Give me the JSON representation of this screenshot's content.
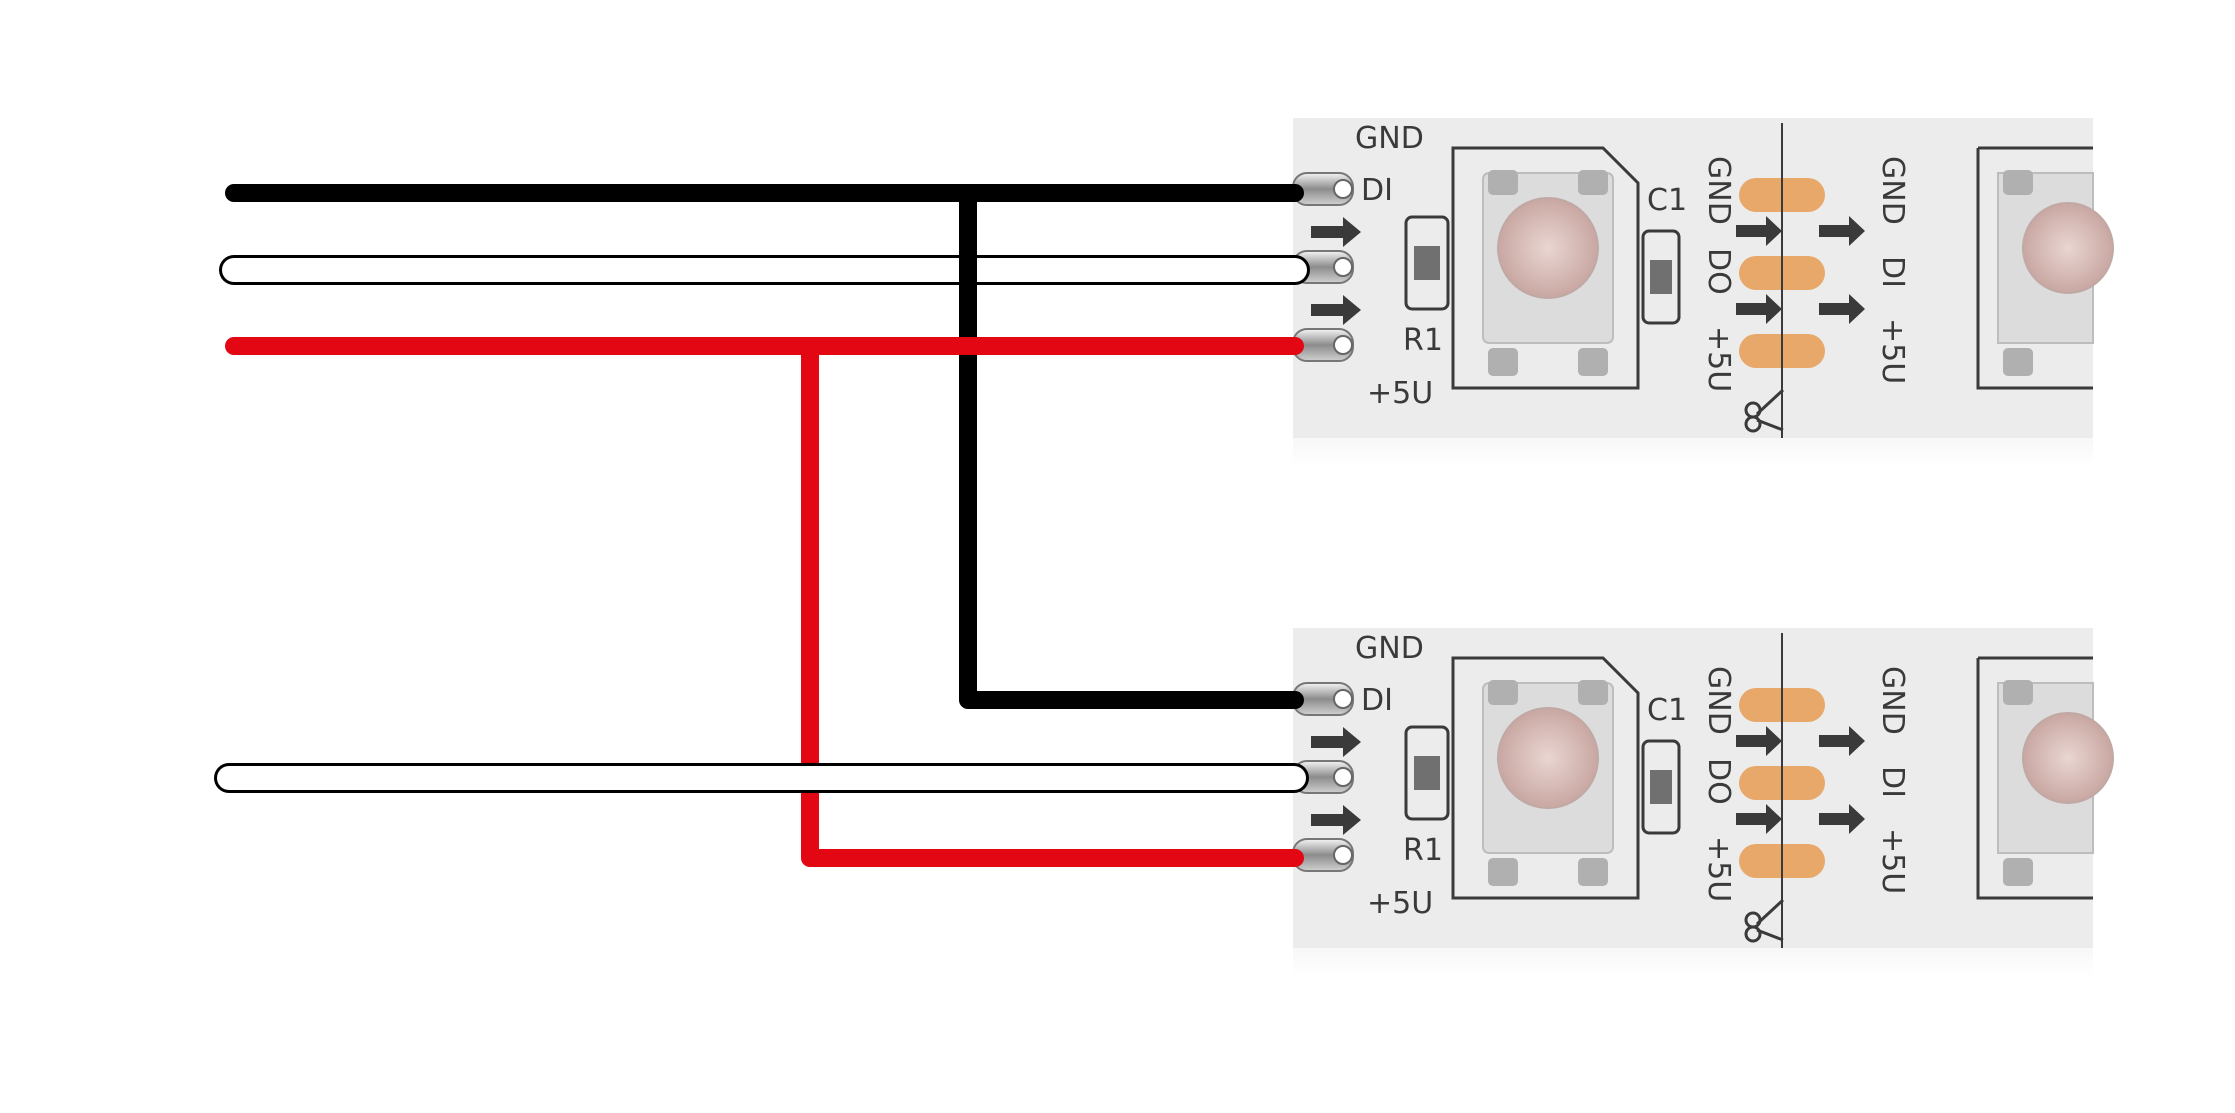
{
  "strips": [
    {
      "id": "top",
      "left_labels": {
        "gnd": "GND",
        "di": "DI",
        "r1": "R1",
        "v5": "+5U"
      },
      "c1": "C1",
      "rot_left": {
        "gnd": "GND",
        "do": "DO",
        "v5": "+5U"
      },
      "rot_right": {
        "gnd": "GND",
        "di": "DI",
        "v5": "+5U"
      }
    },
    {
      "id": "bottom",
      "left_labels": {
        "gnd": "GND",
        "di": "DI",
        "r1": "R1",
        "v5": "+5U"
      },
      "c1": "C1",
      "rot_left": {
        "gnd": "GND",
        "do": "DO",
        "v5": "+5U"
      },
      "rot_right": {
        "gnd": "GND",
        "di": "DI",
        "v5": "+5U"
      }
    }
  ],
  "colors": {
    "gnd_wire": "#000000",
    "data_wire_fill": "#ffffff",
    "data_wire_outline": "#000000",
    "power_wire": "#e30613",
    "pcb": "#ececec",
    "pad": "#e8a86a",
    "silkscreen": "#3a3a3a",
    "led_body": "#dcdcdc",
    "led_lens": "#d7b9b4"
  },
  "icons": [
    "scissors-icon",
    "arrow-icon"
  ]
}
